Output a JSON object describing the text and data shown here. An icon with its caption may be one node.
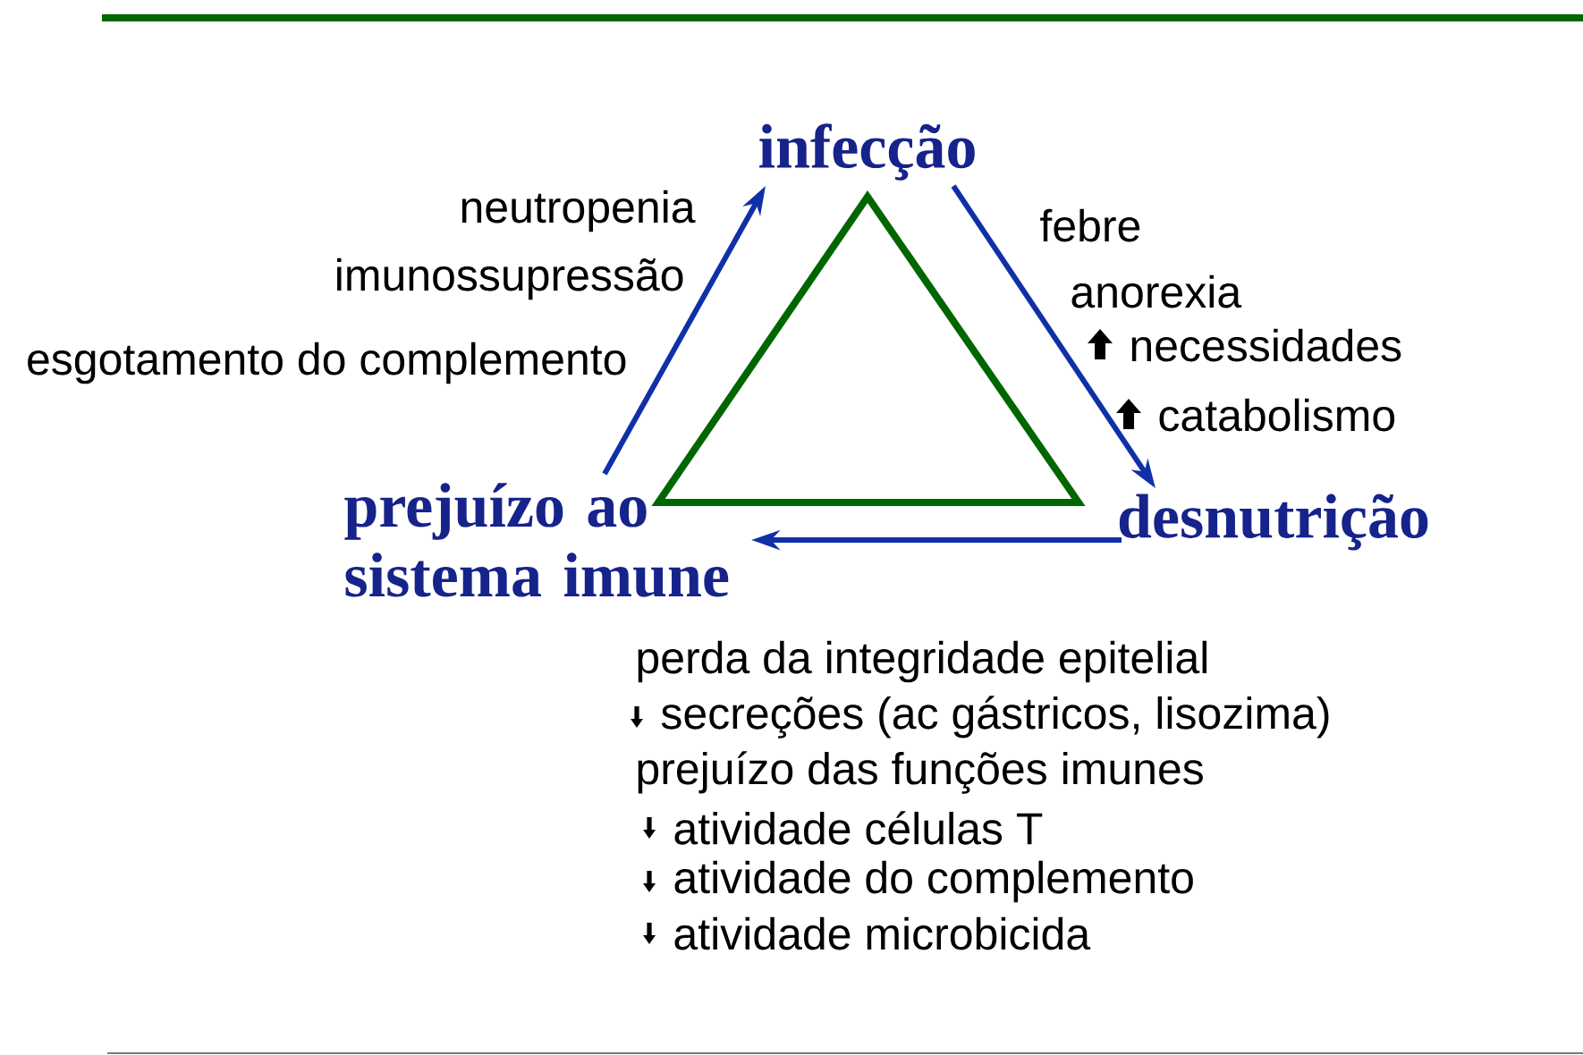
{
  "diagram": {
    "nodes": [
      {
        "text": [
          "infecção"
        ]
      },
      {
        "text": [
          "desnutrição"
        ]
      },
      {
        "text": [
          "prejuízo ao sistema imune"
        ]
      }
    ],
    "edges": [
      {
        "from": 2,
        "to": 0,
        "arrow": "to"
      },
      {
        "from": 0,
        "to": 1,
        "arrow": "to"
      },
      {
        "from": 1,
        "to": 2,
        "arrow": "to"
      }
    ],
    "labels": [
      "neutropenia",
      "imunossupressão",
      "esgotamento do complemento",
      "febre",
      "anorexia",
      "necessidades",
      "catabolismo",
      "perda da integridade epitelial",
      "secreções (ac gástricos, lisozima)",
      "prejuízo das funções imunes",
      "atividade células T",
      "atividade do complemento",
      "atividade microbicida"
    ]
  }
}
